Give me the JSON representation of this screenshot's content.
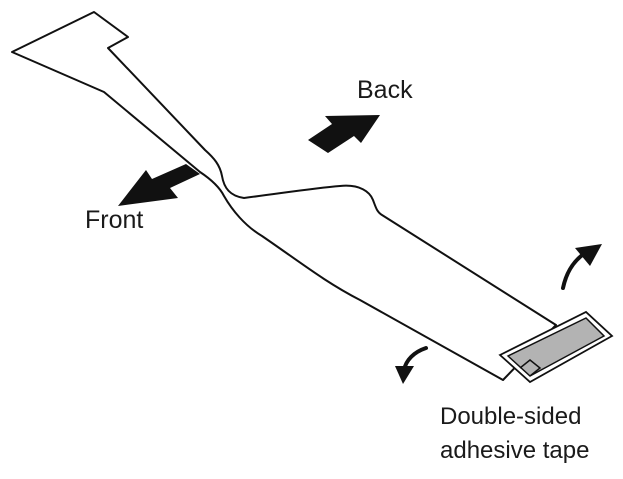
{
  "labels": {
    "back": "Back",
    "front": "Front",
    "tape_line1": "Double-sided",
    "tape_line2": "adhesive tape"
  },
  "colors": {
    "outline": "#111111",
    "arrow_fill": "#111111",
    "tape_fill": "#b3b3b3",
    "background": "#ffffff"
  },
  "icons": {
    "direction_arrows": "bold-arrow",
    "rotation_arrows": "curved-arrow"
  }
}
